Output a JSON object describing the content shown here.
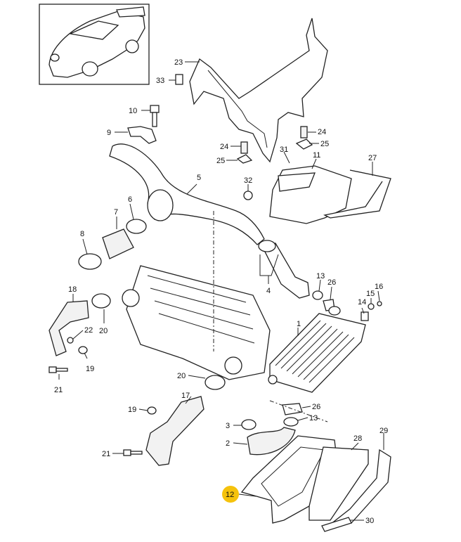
{
  "labels": [
    "23",
    "33",
    "10",
    "9",
    "24",
    "25",
    "24",
    "25",
    "31",
    "11",
    "27",
    "32",
    "5",
    "6",
    "7",
    "8",
    "13",
    "26",
    "4",
    "14",
    "15",
    "16",
    "18",
    "20",
    "22",
    "19",
    "21",
    "1",
    "20",
    "17",
    "19",
    "26",
    "13",
    "3",
    "2",
    "21",
    "28",
    "29",
    "12",
    "30"
  ],
  "highlighted": "12",
  "colors": {
    "highlight": "#f5c20c",
    "line": "#222222"
  }
}
